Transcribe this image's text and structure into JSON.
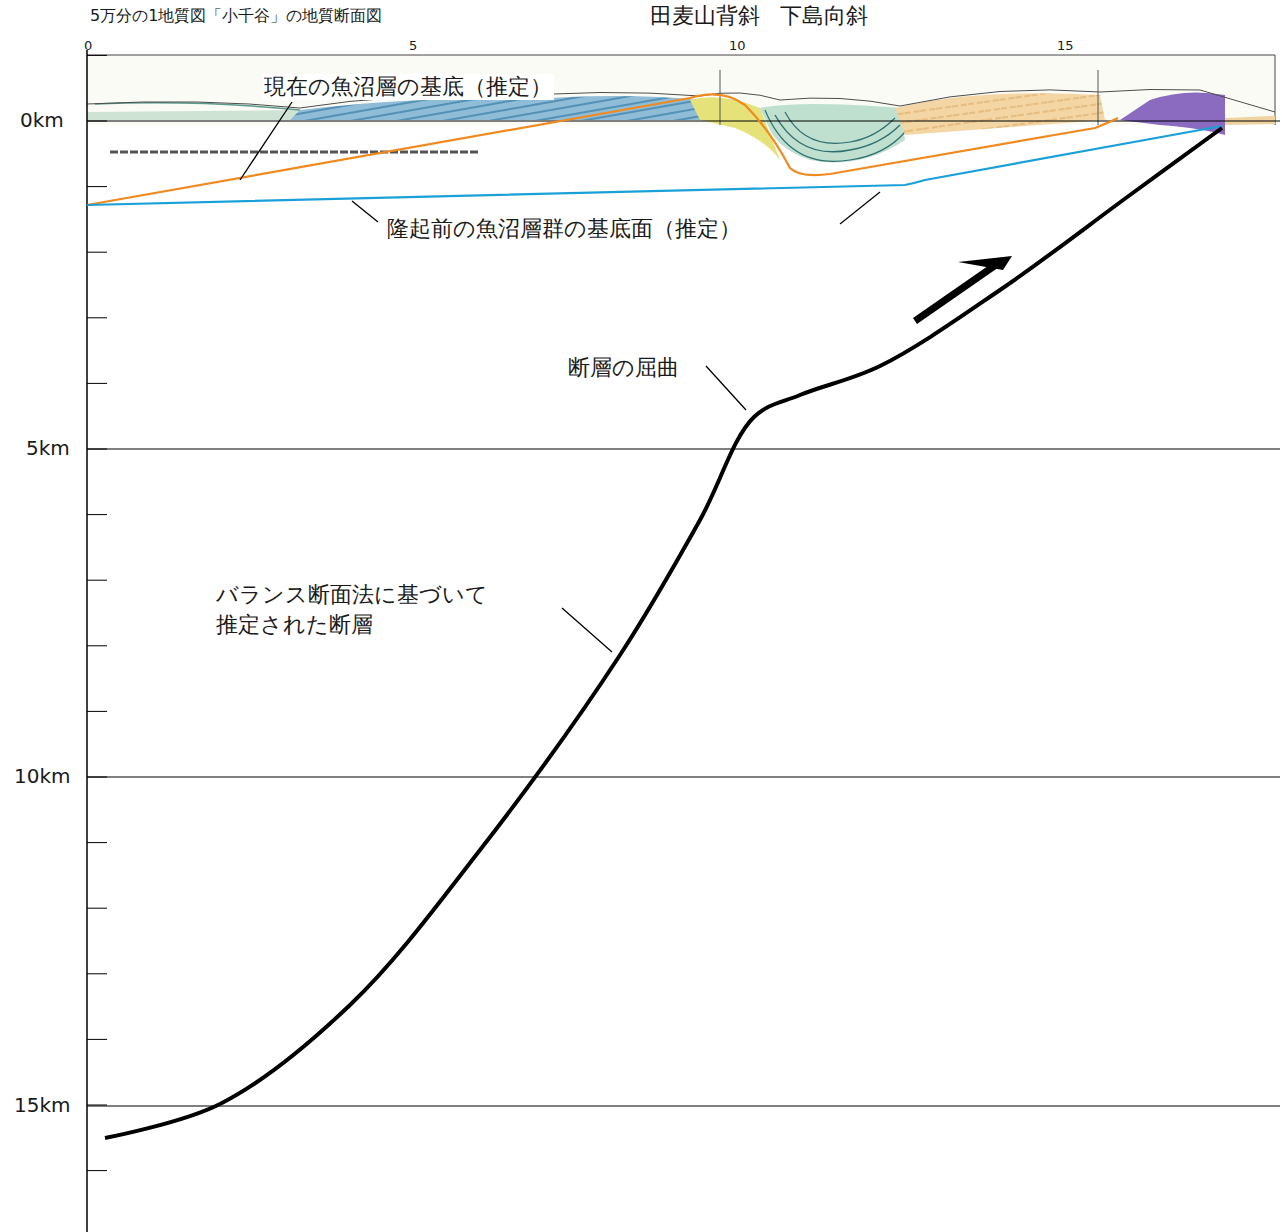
{
  "diagram": {
    "title": "5万分の1地質図「小千谷」の地質断面図",
    "labels": [
      "田麦山背斜",
      "下島向斜",
      "0",
      "5",
      "10",
      "15",
      "0km",
      "5km",
      "10km",
      "15km",
      "現在の魚沼層の基底（推定）",
      "隆起前の魚沼層群の基底面（推定）",
      "断層の屈曲",
      "バランス断面法に基づいて 推定された断層"
    ]
  }
}
